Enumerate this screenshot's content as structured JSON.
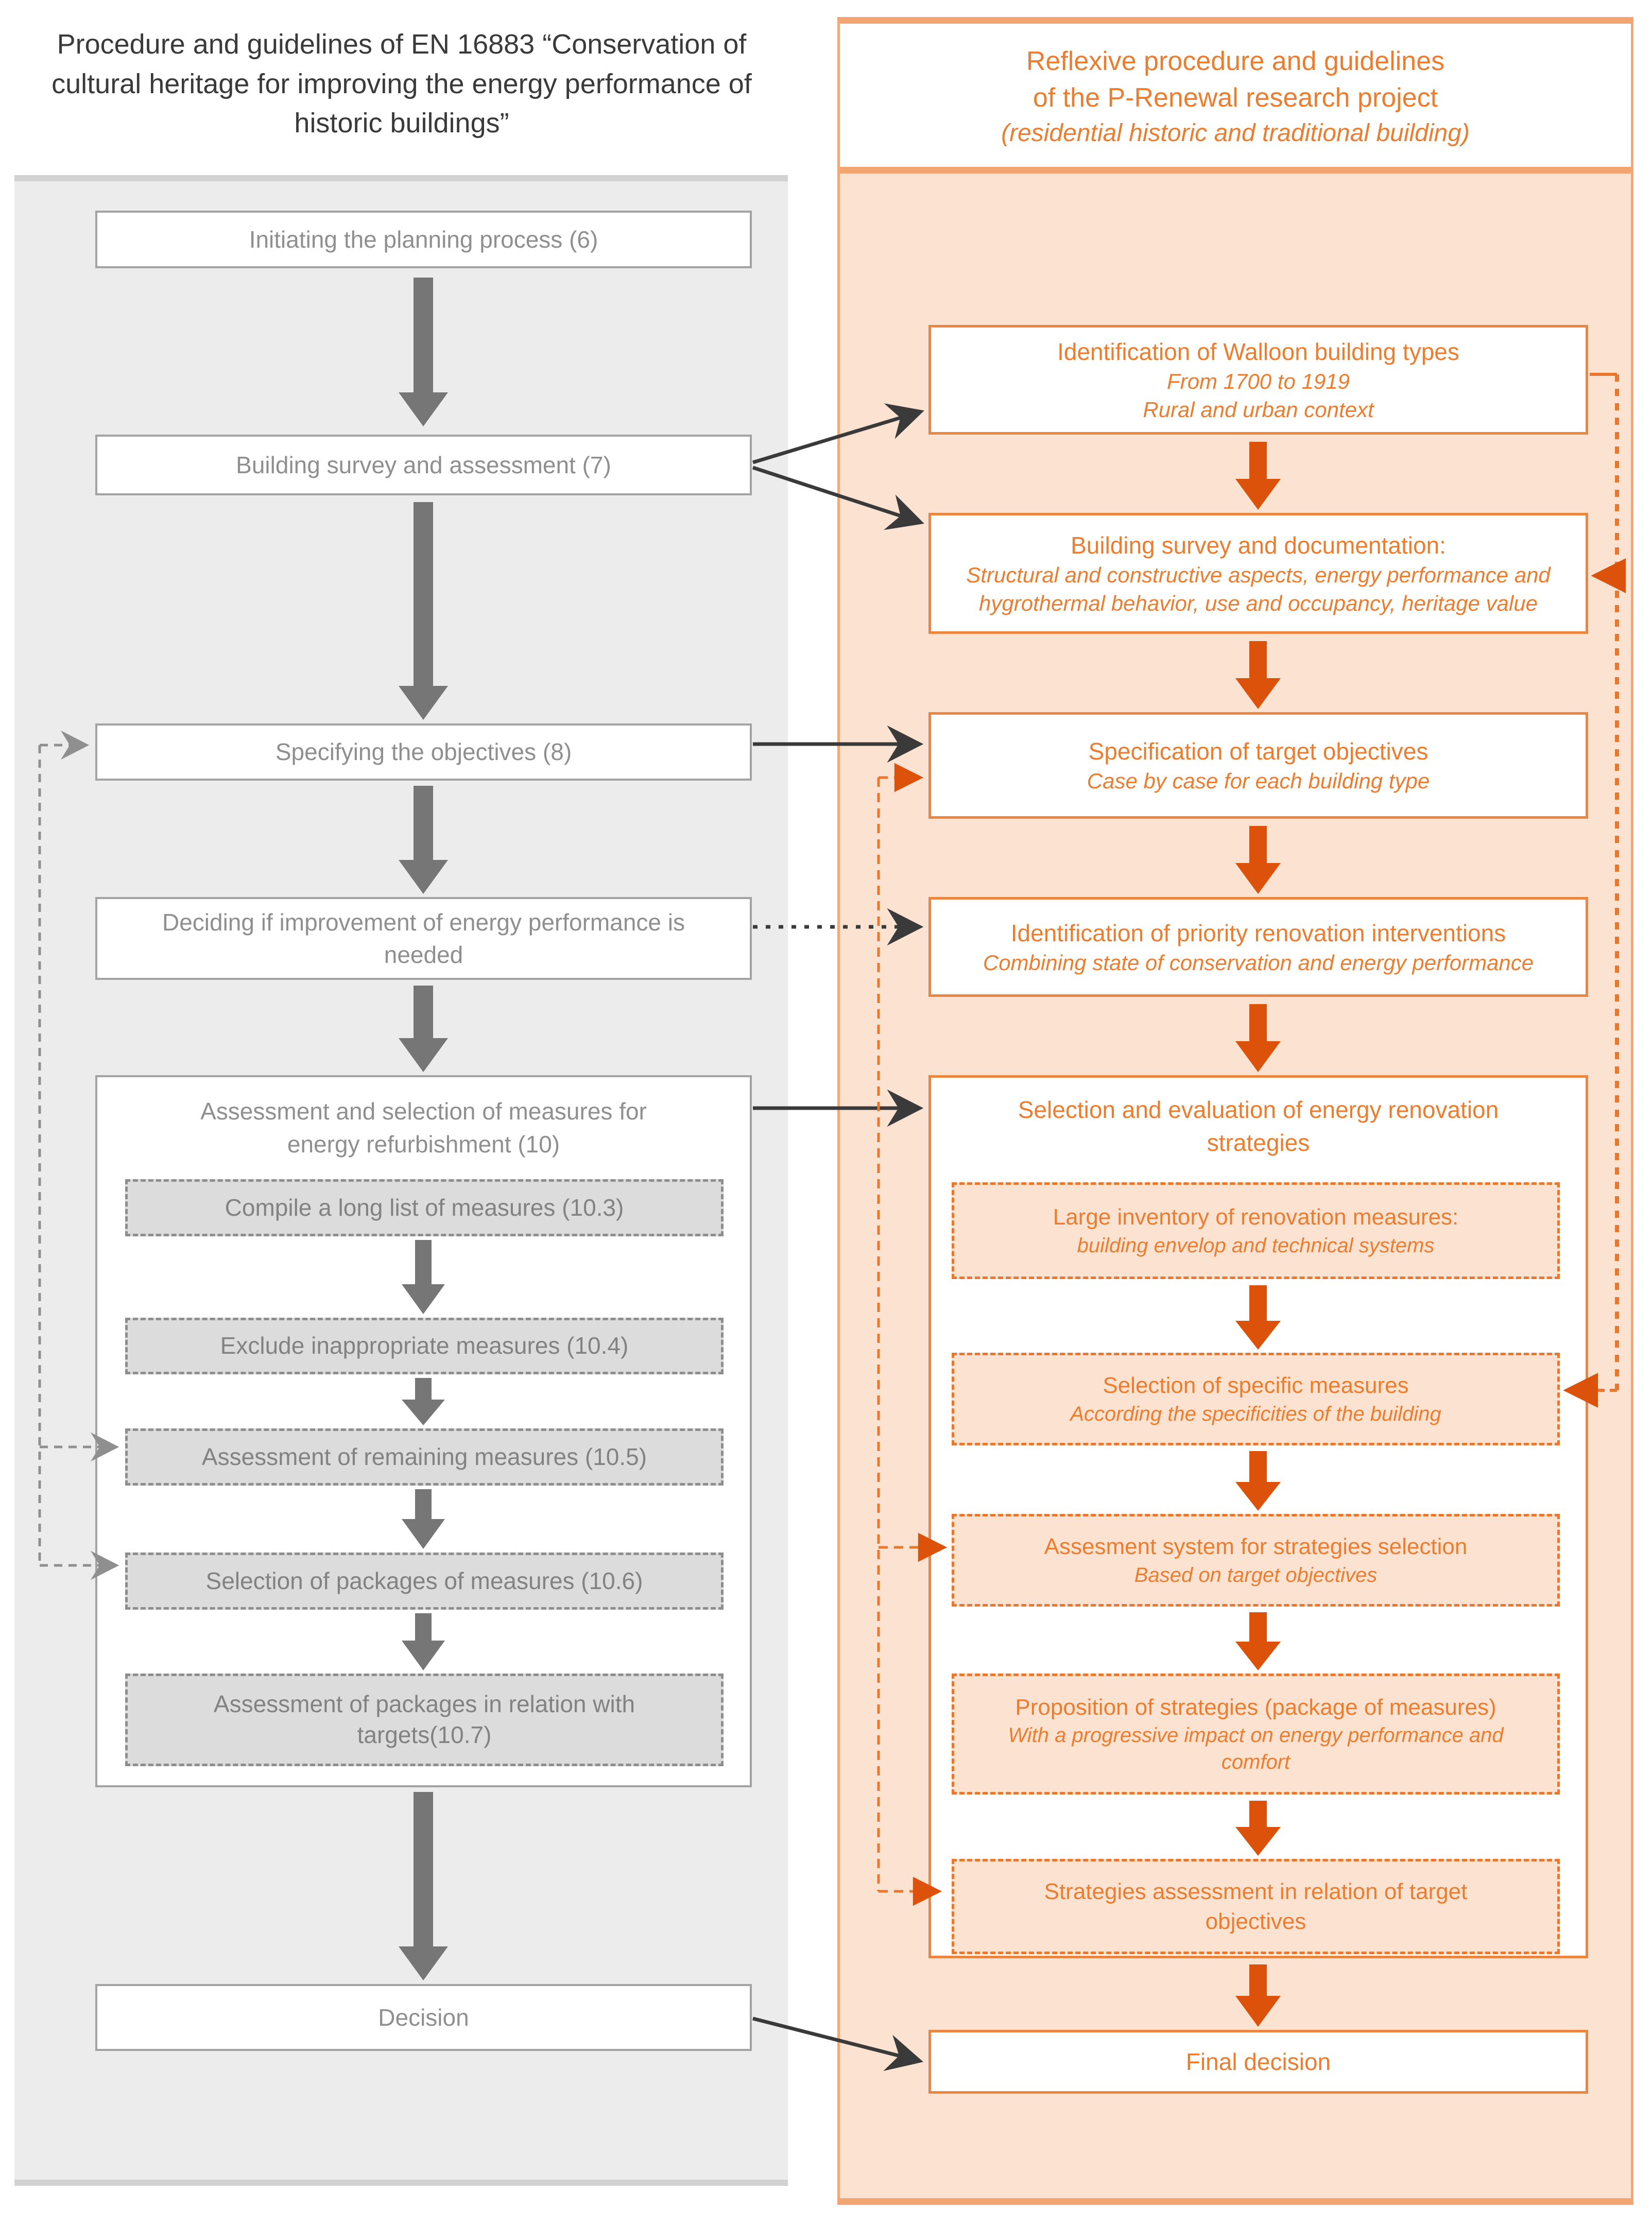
{
  "left_panel": {
    "title": "Procedure and guidelines of EN 16883 “Conservation of\ncultural heritage for improving the energy performance of\nhistoric buildings”",
    "boxes": {
      "initiating": "Initiating the planning process (6)",
      "survey": "Building survey and assessment (7)",
      "objectives": "Specifying the objectives (8)",
      "deciding": "Deciding if improvement of energy performance is\nneeded",
      "decision": "Decision"
    },
    "group": {
      "title": "Assessment and selection of measures for\nenergy refurbishment (10)",
      "steps": [
        "Compile a long list of measures (10.3)",
        "Exclude inappropriate measures (10.4)",
        "Assessment of remaining measures (10.5)",
        "Selection of packages of measures (10.6)",
        "Assessment of packages in relation with\ntargets(10.7)"
      ]
    }
  },
  "right_panel": {
    "title": "Reflexive procedure and guidelines\nof the P-Renewal research project",
    "subtitle": "(residential historic and traditional building)",
    "boxes": {
      "walloon": {
        "title": "Identification of Walloon building types",
        "subtitle": "From 1700 to 1919\nRural and urban context"
      },
      "survey_doc": {
        "title": "Building survey and documentation:",
        "subtitle": "Structural and constructive aspects, energy performance and\nhygrothermal behavior, use and occupancy, heritage value"
      },
      "target_objectives": {
        "title": "Specification of target objectives",
        "subtitle": "Case by case for each building type"
      },
      "priority": {
        "title": "Identification of priority renovation interventions",
        "subtitle": "Combining state of conservation and energy performance"
      },
      "final_decision": {
        "title": "Final decision"
      }
    },
    "group": {
      "title": "Selection and evaluation of energy renovation\nstrategies",
      "steps": [
        {
          "title": "Large inventory of renovation measures:",
          "subtitle": "building envelop and technical systems"
        },
        {
          "title": "Selection of specific measures",
          "subtitle": "According the specificities of the building"
        },
        {
          "title": "Assesment system for strategies selection",
          "subtitle": "Based on target objectives"
        },
        {
          "title": "Proposition of strategies (package of measures)",
          "subtitle": "With a progressive impact on energy performance and\ncomfort"
        },
        {
          "title": "Strategies assessment in relation of target\nobjectives",
          "subtitle": ""
        }
      ]
    }
  },
  "colors": {
    "gray_panel": "#ececec",
    "gray_border": "#a3a3a3",
    "gray_text": "#8f8f8f",
    "gray_block_arrow": "#767676",
    "black_connector": "#3a3a3a",
    "orange_text": "#ec7d2f",
    "orange_border": "#ec853f",
    "orange_block_arrow": "#dc520a",
    "orange_dashed": "#e9772e",
    "peach_fill": "#fce2d0",
    "panel_line_orange": "#f2a471"
  }
}
